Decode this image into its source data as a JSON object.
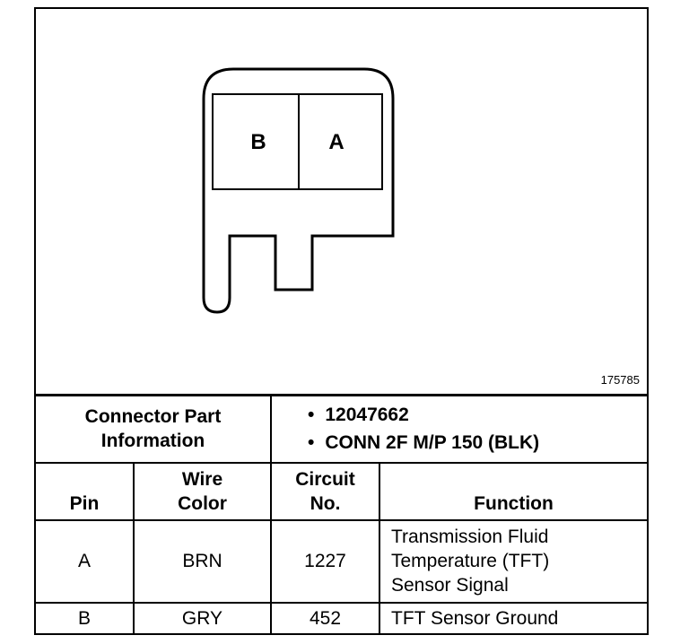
{
  "figure_id": "175785",
  "connector": {
    "pins_drawn": [
      "B",
      "A"
    ]
  },
  "part_info": {
    "label": "Connector Part\nInformation",
    "items": [
      "12047662",
      "CONN 2F M/P 150 (BLK)"
    ]
  },
  "table": {
    "headers": {
      "pin": "Pin",
      "wire_color": "Wire\nColor",
      "circuit": "Circuit\nNo.",
      "function": "Function"
    },
    "rows": [
      {
        "pin": "A",
        "wire_color": "BRN",
        "circuit": "1227",
        "function": "Transmission Fluid\nTemperature (TFT)\nSensor Signal"
      },
      {
        "pin": "B",
        "wire_color": "GRY",
        "circuit": "452",
        "function": "TFT Sensor Ground"
      }
    ]
  }
}
